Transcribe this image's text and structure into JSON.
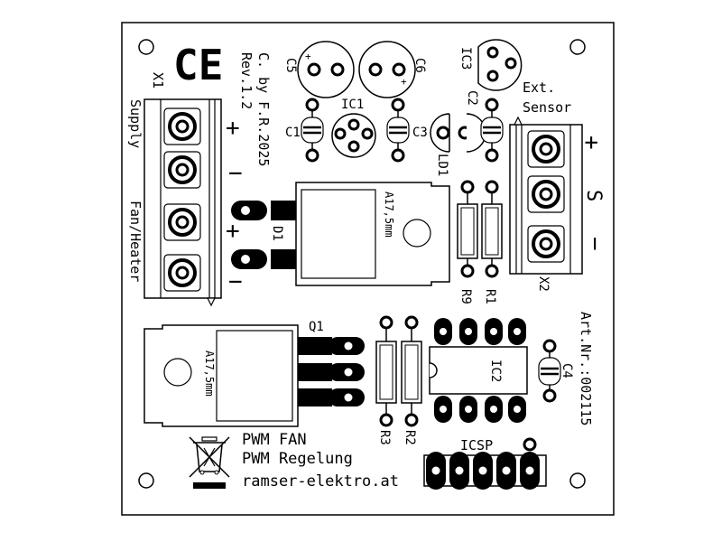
{
  "board": {
    "copyright": "C. by F.R.2025",
    "revision": "Rev.1.2",
    "article_number": "Art.Nr.:002115",
    "product_title": "PWM FAN",
    "product_subtitle": "PWM Regelung",
    "website": "ramser-elektro.at",
    "ce_mark": "CE"
  },
  "connectors": {
    "x1": {
      "designator": "X1",
      "label_supply": "Supply",
      "label_fan": "Fan/Heater",
      "plus1": "+",
      "minus1": "−",
      "plus2": "+",
      "minus2": "−"
    },
    "x2": {
      "designator": "X2",
      "label_line1": "Ext.",
      "label_line2": "Sensor",
      "plus": "+",
      "s": "S",
      "minus": "−"
    },
    "icsp": {
      "designator": "ICSP"
    }
  },
  "components": {
    "c1": "C1",
    "c2": "C2",
    "c3": "C3",
    "c4": "C4",
    "c5": "C5",
    "c6": "C6",
    "ic1": "IC1",
    "ic2": "IC2",
    "ic3": "IC3",
    "ld1": "LD1",
    "d1": "D1",
    "q1": "Q1",
    "r1": "R1",
    "r2": "R2",
    "r3": "R3",
    "r9": "R9",
    "heatsink_d1": "A17,5mm",
    "heatsink_q1": "A17,5mm"
  }
}
